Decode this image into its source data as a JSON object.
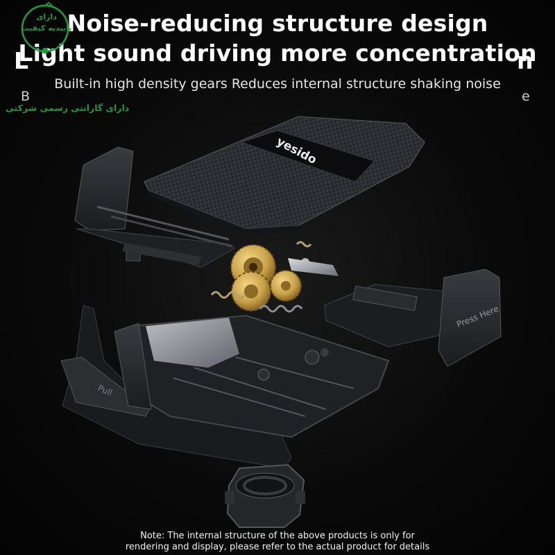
{
  "header": {
    "title_line_1": "Noise-reducing structure design",
    "title_line_2": "Light sound driving more concentration",
    "subtitle": "Built-in high density gears Reduces internal structure shaking noise",
    "ghost_left_letter": "L",
    "ghost_right_letter": "n",
    "ghost_left_sub": "B",
    "ghost_right_sub": "e"
  },
  "badge": {
    "line_1": "دارای",
    "line_2": "تاییدیه کیفیت",
    "caption": "دارای گارانتی رسمی شرکتی",
    "color": "#1f9a3e"
  },
  "product": {
    "brand_label": "yesido",
    "press_label": "Press Here",
    "pull_label": "Pull"
  },
  "footer": {
    "note_line_1": "Note: The internal structure of the above products is only for",
    "note_line_2": "rendering and display, please refer to the actual product for details"
  },
  "colors": {
    "background": "#050505",
    "gold": "#c9a24a",
    "plastic": "#2a2b2e",
    "metal": "#9a9da3"
  }
}
